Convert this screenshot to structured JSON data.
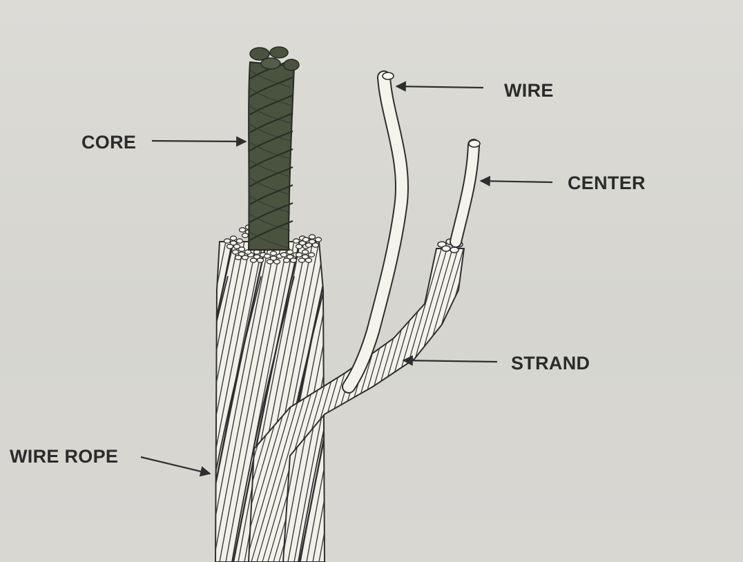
{
  "labels": {
    "core": "CORE",
    "wire": "WIRE",
    "center": "CENTER",
    "strand": "STRAND",
    "wire_rope": "WIRE ROPE"
  },
  "colors": {
    "background": "#d9d8d3",
    "core_fill": "#4a5240",
    "wire_fill": "#f2f1ea",
    "outline": "#2e2e2e",
    "label_text": "#2b2b2b"
  }
}
